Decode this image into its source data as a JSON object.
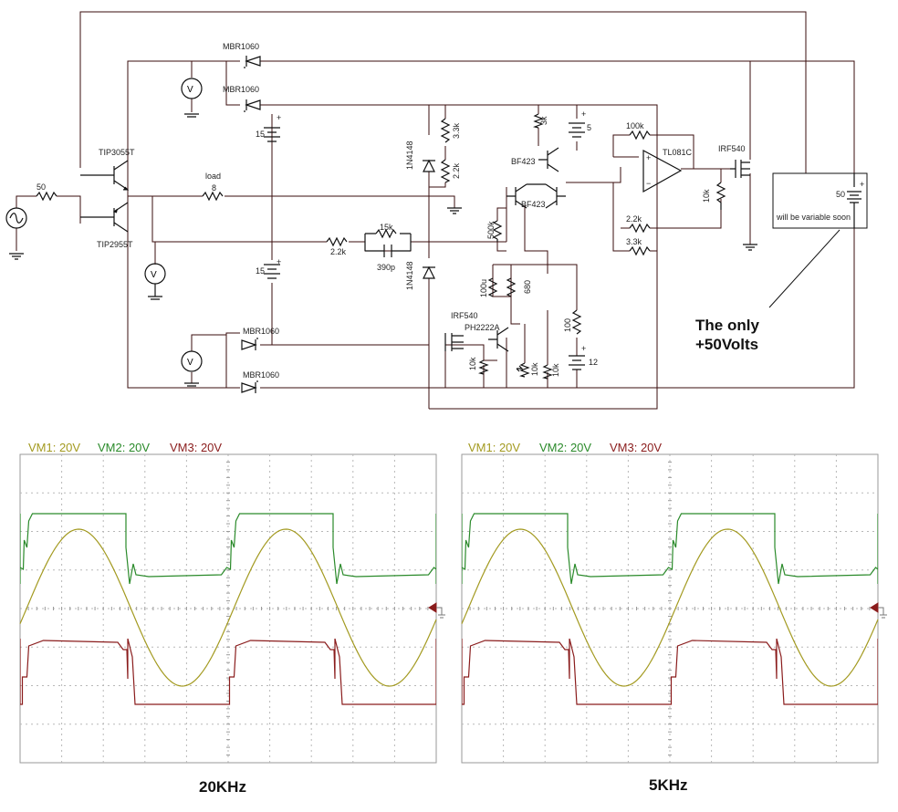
{
  "schematic": {
    "diodes": {
      "d_top1": "MBR1060",
      "d_top2": "MBR1060",
      "d_bot1": "MBR1060",
      "d_bot2": "MBR1060",
      "d_1n_a": "1N4148",
      "d_1n_b": "1N4148"
    },
    "transistors": {
      "q_npn_out": "TIP3055T",
      "q_pnp_out": "TIP2955T",
      "q_bf_top": "BF423",
      "q_bf_mid": "BF423",
      "q_ph": "PH2222A",
      "mos_low": "IRF540",
      "mos_high": "IRF540",
      "opamp": "TL081C"
    },
    "resistors": {
      "r_in": "50",
      "r_load_name": "load",
      "r_load": "8",
      "r_22k_fb": "2.2k",
      "r_15k": "15k",
      "c_390p": "390p",
      "r_33k": "3.3k",
      "r_22k": "2.2k",
      "r_3k": "3k",
      "r_500k": "500k",
      "r_100k": "100k",
      "r_10k_gate": "10k",
      "r_22k_op": "2.2k",
      "r_33k_op": "3.3k",
      "c_100u": "100u",
      "r_680": "680",
      "r_100": "100",
      "r_10k_a": "10k",
      "r_10k_b": "10k",
      "r_10k_c": "10k"
    },
    "supplies": {
      "bat_15_top": "15",
      "bat_15_bot": "15",
      "bat_5": "5",
      "bat_12": "12",
      "bat_50": "50"
    },
    "note_box": "will be variable soon",
    "annotation_line1": "The only",
    "annotation_line2": "+50Volts"
  },
  "scopes": [
    {
      "legend": [
        {
          "text": "VM1: 20V",
          "color": "#a39a20"
        },
        {
          "text": "VM2: 20V",
          "color": "#2a8a2a"
        },
        {
          "text": "VM3: 20V",
          "color": "#8a1c1c"
        }
      ],
      "caption": "20KHz"
    },
    {
      "legend": [
        {
          "text": "VM1: 20V",
          "color": "#a39a20"
        },
        {
          "text": "VM2: 20V",
          "color": "#2a8a2a"
        },
        {
          "text": "VM3: 20V",
          "color": "#8a1c1c"
        }
      ],
      "caption": "5KHz"
    }
  ],
  "colors": {
    "wire": "#3a0d0d",
    "trace_vm1": "#a39a20",
    "trace_vm2": "#2a8a2a",
    "trace_vm3": "#8a1c1c",
    "grid": "#b8b8b8"
  }
}
